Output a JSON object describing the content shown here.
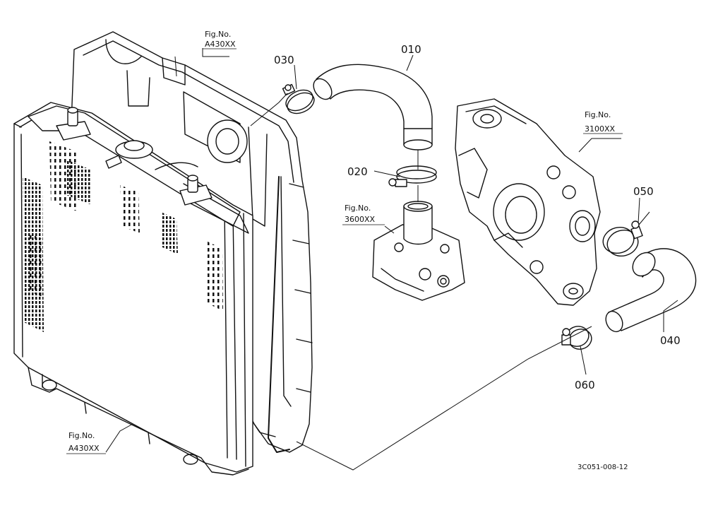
{
  "parts": {
    "p010": "010",
    "p020": "020",
    "p030": "030",
    "p040": "040",
    "p050": "050",
    "p060": "060"
  },
  "figure_refs": {
    "radiator_top": {
      "line1": "Fig.No.",
      "line2": "A430XX"
    },
    "radiator_bottom": {
      "line1": "Fig.No.",
      "line2": "A430XX"
    },
    "water_pump": {
      "line1": "Fig.No.",
      "line2": "3100XX"
    },
    "thermostat": {
      "line1": "Fig.No.",
      "line2": "3600XX"
    }
  },
  "drawing_code": "3C051-008-12"
}
